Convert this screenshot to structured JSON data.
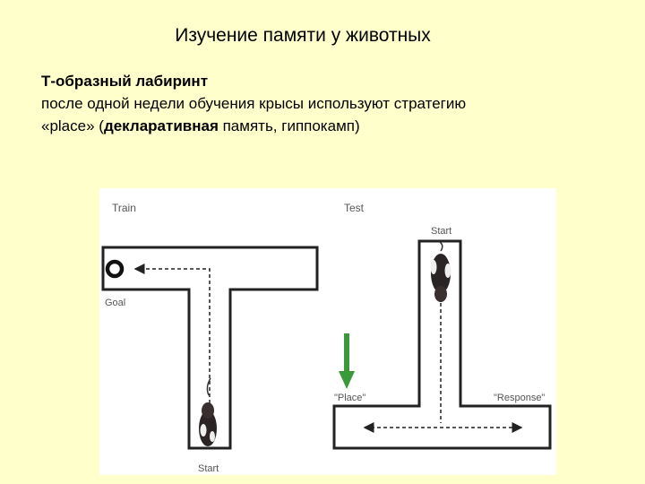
{
  "title": "Изучение памяти у животных",
  "heading": "Т-образный лабиринт",
  "line1": "после одной недели обучения крысы используют стратегию",
  "line2_pre": "«place» (",
  "line2_bold": "декларативная",
  "line2_post": " память, гиппокамп)",
  "figure": {
    "train_label": "Train",
    "test_label": "Test",
    "goal_label": "Goal",
    "start_label_train": "Start",
    "start_label_test": "Start",
    "place_label": "\"Place\"",
    "response_label": "\"Response\"",
    "place_arrow_color": "#3a9a3a"
  }
}
